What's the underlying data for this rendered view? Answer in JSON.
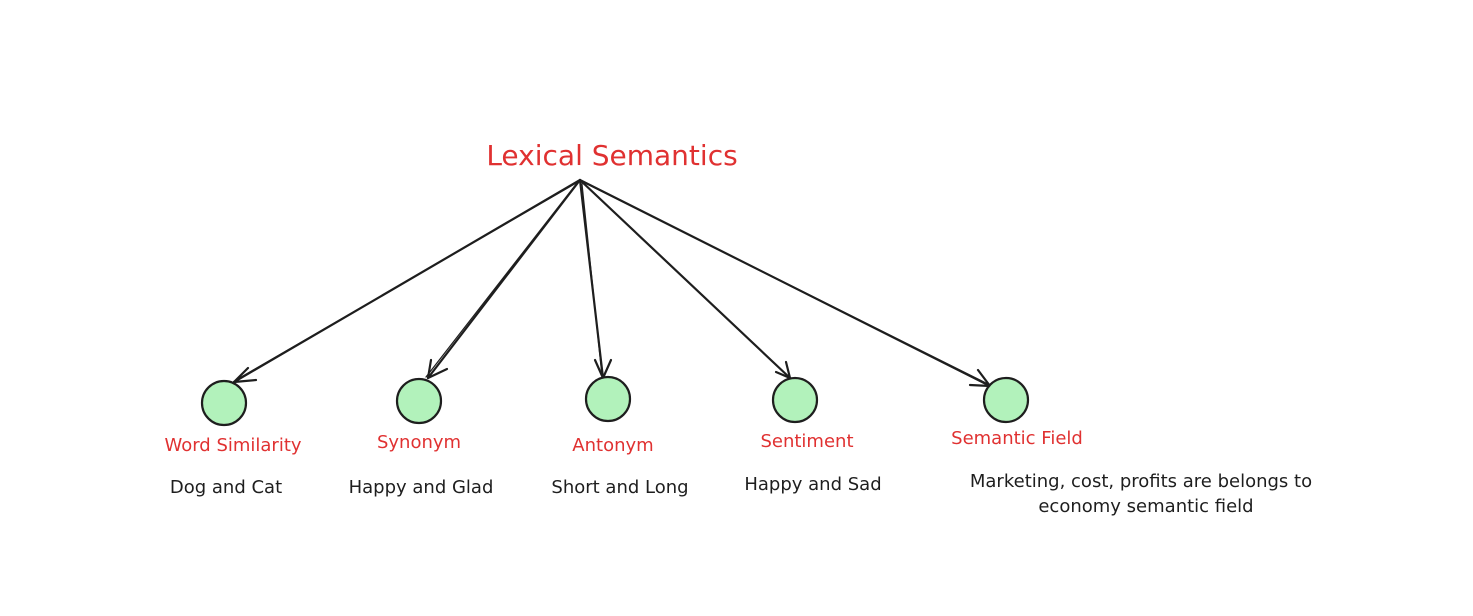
{
  "root": {
    "label": "Lexical Semantics"
  },
  "nodes": [
    {
      "label": "Word Similarity",
      "example_lines": [
        "Dog and Cat"
      ]
    },
    {
      "label": "Synonym",
      "example_lines": [
        "Happy and Glad"
      ]
    },
    {
      "label": "Antonym",
      "example_lines": [
        "Short and Long"
      ]
    },
    {
      "label": "Sentiment",
      "example_lines": [
        "Happy and Sad"
      ]
    },
    {
      "label": "Semantic Field",
      "example_lines": [
        "Marketing, cost, profits are belongs to",
        "economy semantic field"
      ]
    }
  ],
  "colors": {
    "label_red": "#e03131",
    "stroke": "#1e1e1e",
    "node_fill": "#b2f2bb",
    "background": "#ffffff"
  }
}
